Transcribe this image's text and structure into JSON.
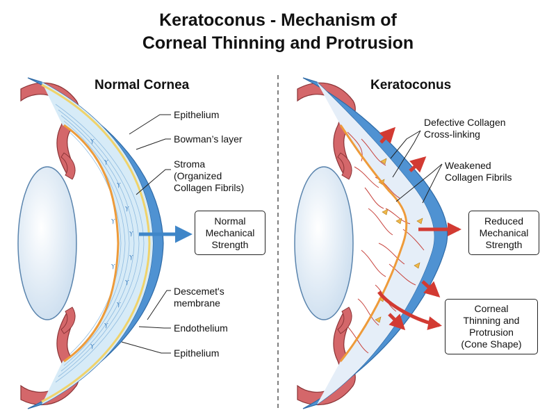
{
  "title": {
    "line1": "Keratoconus - Mechanism of",
    "line2": "Corneal Thinning and Protrusion"
  },
  "normal": {
    "heading": "Normal Cornea",
    "labels": {
      "epithelium_top": "Epithelium",
      "bowman": "Bowman’s layer",
      "stroma_1": "Stroma",
      "stroma_2": "(Organized",
      "stroma_3": "Collagen Fibrils)",
      "descemet_1": "Descemet's",
      "descemet_2": "membrane",
      "endothelium": "Endothelium",
      "epithelium_bottom": "Epithelium"
    },
    "box": {
      "line1": "Normal",
      "line2": "Mechanical",
      "line3": "Strength"
    }
  },
  "keratoconus": {
    "heading": "Keratoconus",
    "labels": {
      "defective_1": "Defective Collagen",
      "defective_2": "Cross-linking",
      "weakened_1": "Weakened",
      "weakened_2": "Collagen Fibrils"
    },
    "box_reduced": {
      "line1": "Reduced",
      "line2": "Mechanical",
      "line3": "Strength"
    },
    "box_thinning": {
      "line1": "Corneal",
      "line2": "Thinning and",
      "line3": "Protrusion",
      "line4": "(Cone Shape)"
    }
  },
  "colors": {
    "sclera_red": "#d4676a",
    "cornea_blue": "#4f92d2",
    "stroma_fill": "#d7ebf7",
    "bowman_yellow": "#f0d36a",
    "endothelium_orange": "#ee9b3a",
    "arrow_blue": "#3f86c8",
    "arrow_red": "#d23a32",
    "fibril_red": "#c8443e",
    "lens_fill": "#e3eef8"
  }
}
